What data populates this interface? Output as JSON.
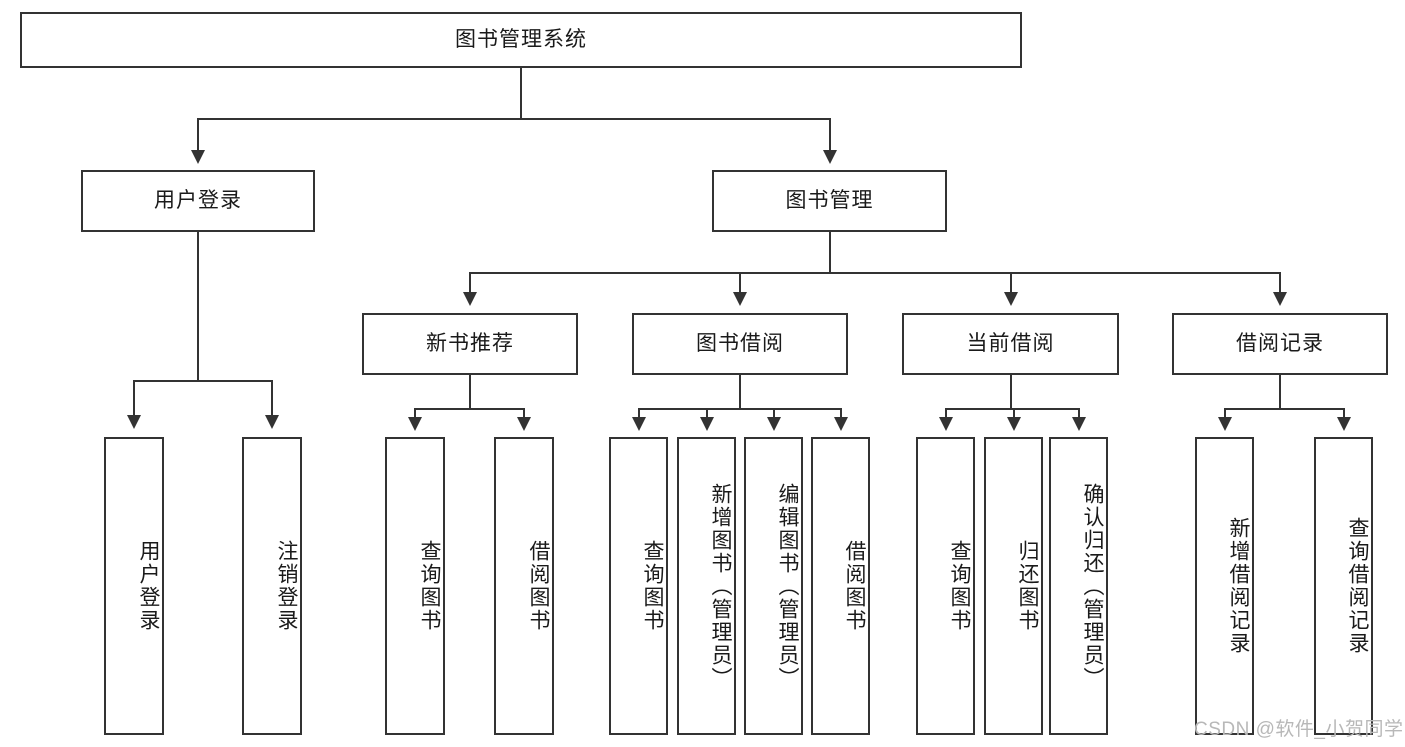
{
  "diagram": {
    "title": "图书管理系统",
    "root": {
      "id": "root",
      "label": "图书管理系统"
    },
    "level1": [
      {
        "id": "user-login",
        "label": "用户登录"
      },
      {
        "id": "book-management",
        "label": "图书管理"
      }
    ],
    "level2": [
      {
        "id": "new-book-recommend",
        "label": "新书推荐",
        "parent": "book-management"
      },
      {
        "id": "book-borrow",
        "label": "图书借阅",
        "parent": "book-management"
      },
      {
        "id": "current-borrow",
        "label": "当前借阅",
        "parent": "book-management"
      },
      {
        "id": "borrow-record",
        "label": "借阅记录",
        "parent": "book-management"
      }
    ],
    "leaves": {
      "user-login": [
        {
          "id": "leaf-user-login",
          "label": "用户登录"
        },
        {
          "id": "leaf-user-logout",
          "label": "注销登录"
        }
      ],
      "new-book-recommend": [
        {
          "id": "leaf-query-book-1",
          "label": "查询图书"
        },
        {
          "id": "leaf-borrow-book-1",
          "label": "借阅图书"
        }
      ],
      "book-borrow": [
        {
          "id": "leaf-query-book-2",
          "label": "查询图书"
        },
        {
          "id": "leaf-add-book",
          "label": "新增图书（管理员）"
        },
        {
          "id": "leaf-edit-book",
          "label": "编辑图书（管理员）"
        },
        {
          "id": "leaf-borrow-book-2",
          "label": "借阅图书"
        }
      ],
      "current-borrow": [
        {
          "id": "leaf-query-book-3",
          "label": "查询图书"
        },
        {
          "id": "leaf-return-book",
          "label": "归还图书"
        },
        {
          "id": "leaf-confirm-return",
          "label": "确认归还（管理员）"
        }
      ],
      "borrow-record": [
        {
          "id": "leaf-add-record",
          "label": "新增借阅记录"
        },
        {
          "id": "leaf-query-record",
          "label": "查询借阅记录"
        }
      ]
    }
  },
  "watermark": {
    "text": "CSDN @软件_小贺同学"
  },
  "colors": {
    "stroke": "#333333",
    "text": "#1a1a1a",
    "background": "#ffffff",
    "watermark": "#b8b8b8"
  }
}
